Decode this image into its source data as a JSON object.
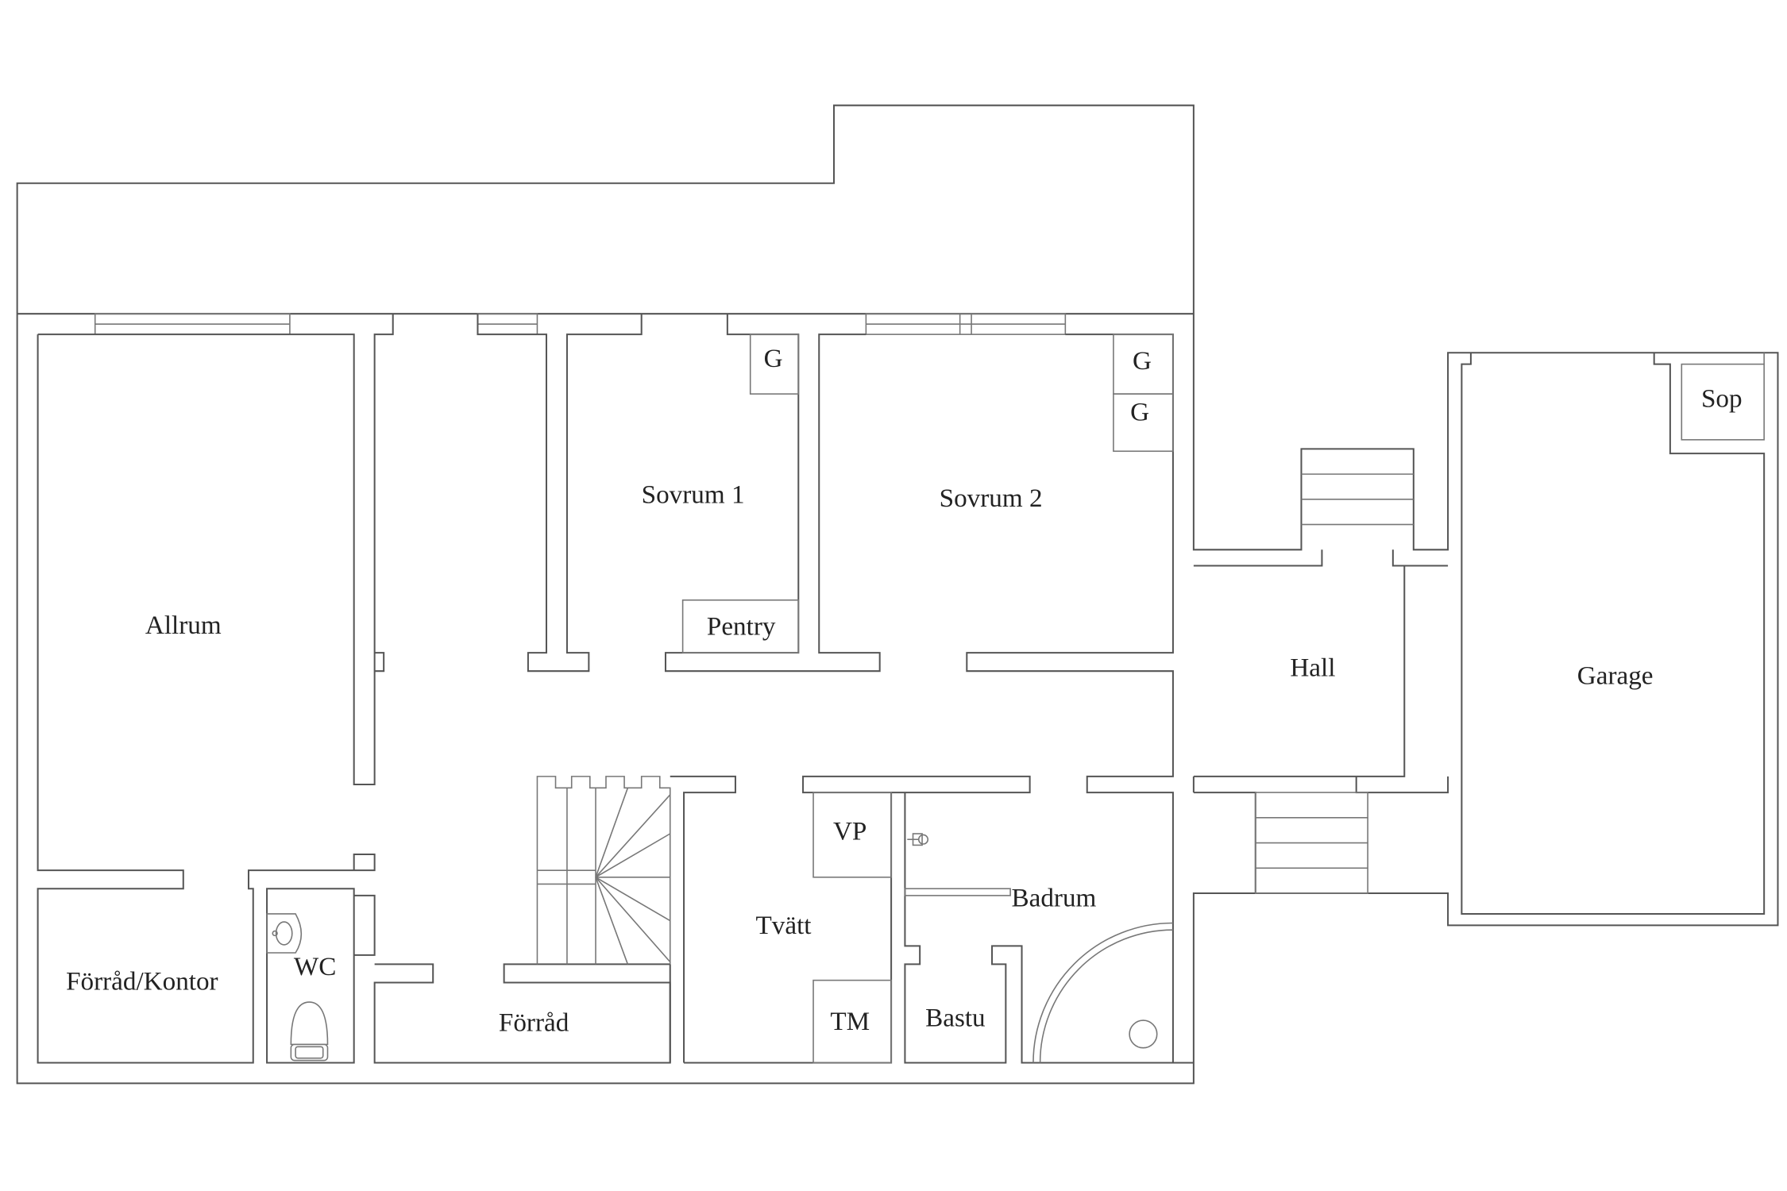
{
  "rooms": {
    "allrum": "Allrum",
    "sovrum1": "Sovrum 1",
    "sovrum2": "Sovrum 2",
    "pentry": "Pentry",
    "hall": "Hall",
    "garage": "Garage",
    "sop": "Sop",
    "forrad_kontor": "Förråd/Kontor",
    "wc": "WC",
    "forrad": "Förråd",
    "tvatt": "Tvätt",
    "vp": "VP",
    "tm": "TM",
    "badrum": "Badrum",
    "bastu": "Bastu",
    "g_sovrum1": "G",
    "g_sovrum2_top": "G",
    "g_sovrum2_bottom": "G"
  }
}
